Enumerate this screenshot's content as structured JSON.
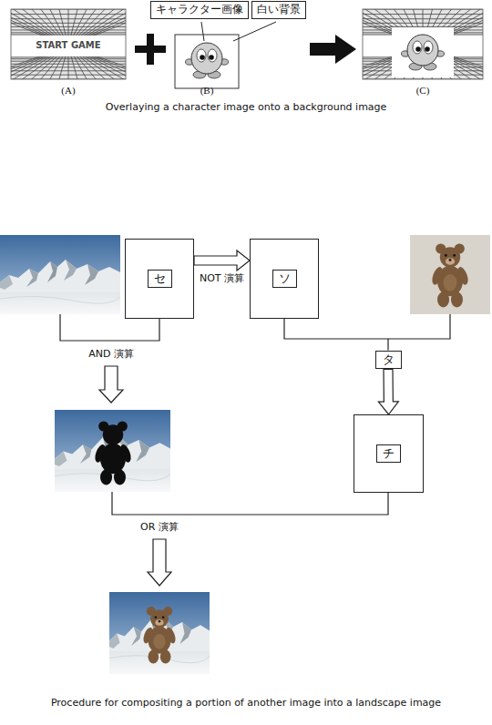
{
  "diagram": {
    "nodes": [
      {
        "text": [
          "キャラクター画像"
        ]
      },
      {
        "text": [
          "白い背景"
        ]
      },
      {
        "text": [
          "セ"
        ]
      },
      {
        "text": [
          "ソ"
        ]
      },
      {
        "text": [
          "タ"
        ]
      },
      {
        "text": [
          "チ"
        ]
      }
    ],
    "edges": [
      {
        "from": 2,
        "to": 3,
        "arrow": "to",
        "label": "NOT 演算"
      },
      {
        "from": 3,
        "to": 4,
        "arrow": "none"
      },
      {
        "from": 4,
        "to": 5,
        "arrow": "to"
      }
    ],
    "labels": [
      "START GAME",
      "(A)",
      "(B)",
      "(C)",
      "Overlaying a character image onto a background image",
      "AND 演算",
      "OR 演算",
      "Procedure for compositing a portion of another image into a landscape image"
    ]
  }
}
